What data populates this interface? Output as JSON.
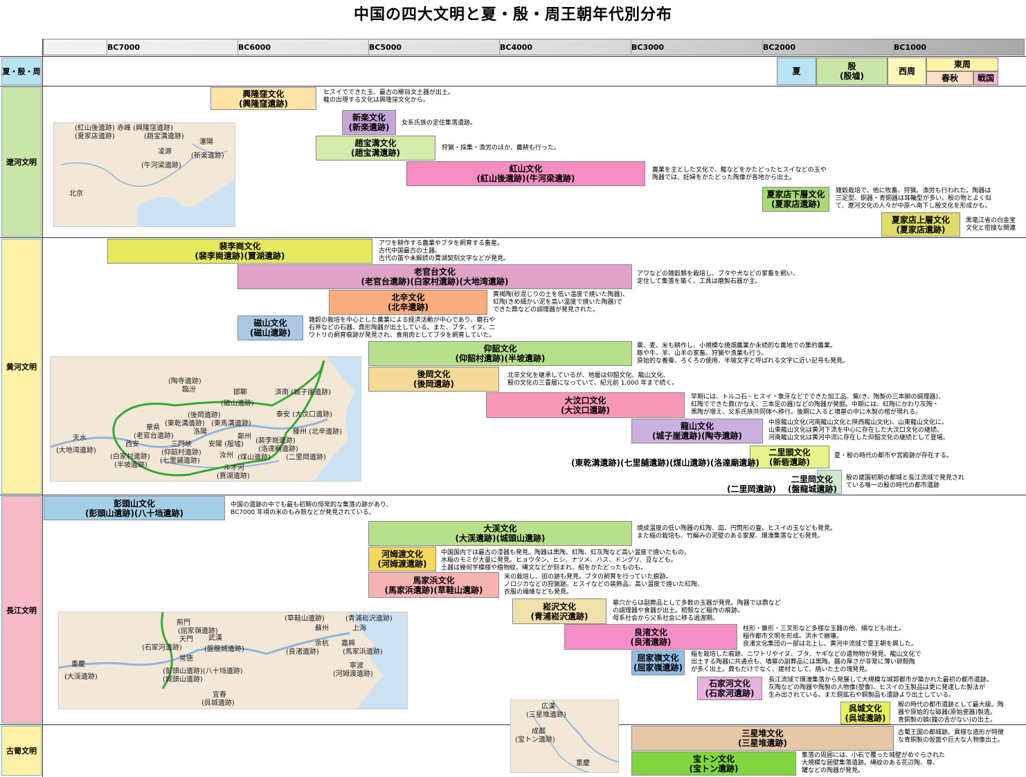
{
  "title": "中国の四大文明と夏・殷・周王朝年代別分布",
  "timeline": [
    "BC7000",
    "BC6000",
    "BC5000",
    "BC4000",
    "BC3000",
    "BC2000",
    "BC1000"
  ],
  "rows": {
    "dynasty": "夏・殷・周",
    "liao": "遼河文明",
    "yellow": "黄河文明",
    "yangtze": "長江文明",
    "shu": "古蜀文明"
  },
  "colors": {
    "row_dynasty": "#b7e3f3",
    "row_liao": "#c9e6a8",
    "row_yellow": "#fdf2a8",
    "row_yangtze": "#f8b9c9",
    "row_shu": "#fdf2a8"
  },
  "dynasties": {
    "xia": "夏",
    "shang1": "殷",
    "shang2": "(殷墟)",
    "xizhou": "西周",
    "dongzhou": "東周",
    "chunqiu": "春秋",
    "zhanguo": "戦国"
  },
  "cultures": {
    "xinglongwa": {
      "name": "興隆窪文化",
      "site": "(興隆窪遺跡)",
      "desc": "ヒスイでできた玉、最古の櫛目文土器が出土。\n龍の出現する文化は興隆窪文化から。"
    },
    "xinle": {
      "name": "新楽文化",
      "site": "(新楽遺跡)",
      "desc": "女系氏族の定住集落遺跡。"
    },
    "zhaobaogou": {
      "name": "趙宝溝文化",
      "site": "(趙宝溝遺跡)",
      "desc": "狩猟・採集・漁労のほか、農耕も行った。"
    },
    "hongshan": {
      "name": "紅山文化",
      "site": "(紅山後遺跡)(牛河梁遺跡)",
      "desc": "農業を主とした文化で、龍などをかたどったヒスイなどの玉や\n陶器では、妊婦をかたどった陶像が各地から出土。"
    },
    "xiajiadian_lower": {
      "name": "夏家店下層文化",
      "site": "(夏家店遺跡)",
      "desc": "雑穀栽培で、他に牧畜、狩猟、漁労も行われた。陶器は\n三足型、銅器・青銅器は耳輪型が多い。殷の物とよく似\nて、遼河文化の人々が中原へ南下し殷文化を形成かも。"
    },
    "xiajiadian_upper": {
      "name": "夏家店上層文化",
      "site": "(夏家店遺跡)",
      "desc": "黒竜江省の白金宝\n文化と密接な関連"
    },
    "peiligang": {
      "name": "裴李崗文化",
      "site": "(裴李崗遺跡)(賈湖遺跡)",
      "desc": "アワを耕作する農業やブタを飼育する畜産。\n古代中国最古の土器。\n古代の笛や未解読の賈湖契刻文字などが発見。"
    },
    "laoguantai": {
      "name": "老官台文化",
      "site": "(老官台遺跡)(白家村遺跡)(大地湾遺跡)",
      "desc": "アワなどの雑穀類を栽培し、ブタや犬などの家畜を飼い、\n定住して集落を築く。工具は磨製石器が主。"
    },
    "beixin": {
      "name": "北辛文化",
      "site": "(北辛遺跡)",
      "desc": "黄褐陶(砂混じりの土を低い温度で焼いた陶器)、\n紅陶(きめ細かい泥を高い温度で焼いた陶器)で\nできた鼎などの調理器が発見された。"
    },
    "cishan": {
      "name": "磁山文化",
      "site": "(磁山遺跡)",
      "desc": "雑穀の栽培を中心とした農業による経済活動が中心であり、磨石や\n石斧などの石器、鼎形陶器が出土している。また、ブタ、イヌ、ニ\nワトリの飼育痕跡が発見され、食用肉としてブタを飼育していた。"
    },
    "yangshao": {
      "name": "仰韶文化",
      "site": "(仰韶村遺跡)(半坡遺跡)",
      "desc": "粟、麦、米も耕作し、小規模な焼畑農業か永続的な農地での集約農業。\n豚や牛、羊、山羊の家畜。狩猟や漁業も行う。\n原始的な養蚕、ろくろの使用、半坡文字と呼ばれる文字に近い記号も発見。"
    },
    "hougang": {
      "name": "後岡文化",
      "site": "(後岡遺跡)",
      "desc": "北辛文化を継承しているが、地層は仰韶文化、龍山文化、\n殷の文化の三畳層になっていて、紀元前 1,000 年まで続く。"
    },
    "dawenkou": {
      "name": "大汶口文化",
      "site": "(大汶口遺跡)",
      "desc": "早期には、トルコ石・ヒスイ・象牙などでできた加工品、鬶(き、陶製の三本脚の調理器)、\n紅陶でできた鼎(かなえ、三本足の器)などの陶器が発掘。中期には、紅陶にかわり灰陶・\n黒陶が増え、父系氏族共同体へ移行。後期に入ると墳墓の中に木製の棺が現れる。"
    },
    "longshan": {
      "name": "龍山文化",
      "site": "(城子崖遺跡)(陶寺遺跡)",
      "desc": "中原龍山文化(河南龍山文化と陝西龍山文化)、山東龍山文化に。\n山東龍山文化は黄河下流を中心に存在した大汶口文化の継続、\n河南龍山文化は黄河中流に存在した仰韶文化の継続として登場。"
    },
    "erlitou": {
      "name": "二里頭文化",
      "site": "(新砦遺跡)",
      "desc": "夏・殷の時代の都市や宮殿跡が存在する。",
      "extra_sites": "(東乾溝遺跡)(七里舗遺跡)(煤山遺跡)(洛達廟遺跡)"
    },
    "erligang": {
      "name": "二里岡文化",
      "site": "(盤龍城遺跡)",
      "desc": "殷の建国初期の都城と長江流域で発見され\nている唯一の殷の時代の都市遺跡",
      "extra_sites": "(二里岡遺跡)"
    },
    "pengtoushan": {
      "name": "彭頭山文化",
      "site": "(彭頭山遺跡)(八十垱遺跡)",
      "desc": "中国の遺跡の中でも最も初期の恒常的な集落の跡があり、\nBC7000 年頃の米のもみ殻などが発見されている。"
    },
    "daxi": {
      "name": "大渓文化",
      "site": "(大渓遺跡)(城頭山遺跡)",
      "desc": "焼成温度の低い陶器の紅陶、皿、円筒形の壷、ヒスイの玉なども発見。\nまた稲の栽培も、竹編みの泥壁のある家屋、環濠集落なども発見。"
    },
    "hemudu": {
      "name": "河姆渡文化",
      "site": "(河姆渡遺跡)",
      "desc": "中国国内では最古の漆器も発見。陶器は黒陶、紅陶、紅灰陶など高い温度で焼いたもの。\n水稲のモミが大量に発見。ヒョウタン、ヒシ、ナツメ、ハス、ドングリ、豆なども。\n土器は幾何学模様や植物紋、縄文などが刻まれ、船をかたどったものも。"
    },
    "majiabang": {
      "name": "馬家浜文化",
      "site": "(馬家浜遺跡)(草鞋山遺跡)",
      "desc": "米の栽培し、田の跡も発見。ブタの飼育を行っていた痕跡。\nノロジカなどの狩猟跡。ヒスイなどの装飾品、高い温度で焼いた紅陶、\n衣服の繊維なども発見。"
    },
    "songze": {
      "name": "崧沢文化",
      "site": "(青浦崧沢遺跡)",
      "desc": "墓穴からは副葬品として多数の玉器が発見。陶器では鼎など\nの調理器や食器が出土。籾殻など稲作の痕跡。\n母系社会から父系社会に移る過渡期。"
    },
    "liangzhu": {
      "name": "良渚文化",
      "site": "(良渚遺跡)",
      "desc": "柱形・錐形・三叉形など多様な玉器の他、絹なども出土。\n稲作都市文明を形成。洪水で崩壊。\n良渚文化集団の一部は北上し、黄河中流域で夏王朝を興した。"
    },
    "qujialing": {
      "name": "屈家嶺文化",
      "site": "(屈家嶺遺跡)",
      "desc": "稲を栽培した痕跡、ニワトリやイヌ、ブタ、ヤギなどの遺物物が発見。龍山文化で\n出土する陶器に共通点も、墳墓の副葬品には黒陶。器の厚さが非常に薄い卵殻陶\nが多く出土。鼎もだけでなく、建材として、焼いた土の塊発見。"
    },
    "shijiahe": {
      "name": "石家河文化",
      "site": "(石家河遺跡)",
      "desc": "長江流域で環濠集落から発展して大規模な城郭都市が築かれた最初の都市遺跡。\n灰陶などの陶器や陶製の人物像(塑像)、ヒスイの玉製品は更に発達した製法が\n生み出されている。また銅鉱石や銅製品も遺跡より出土している。"
    },
    "wucheng": {
      "name": "呉城文化",
      "site": "(呉城遺跡)",
      "desc": "殷の時代の都市遺跡として最大級。陶\n器や原始的な磁器(原始瓷器)製造。\n青銅製の鐃(鐘の舌がない)の出土。"
    },
    "sanxingdui": {
      "name": "三星堆文化",
      "site": "(三星堆遺跡)",
      "desc": "古蜀王国の都城跡。異様な造形が特徴\nな青銅製の仮面や巨大な人物像出土。"
    },
    "baodun": {
      "name": "宝トン文化",
      "site": "(宝トン遺跡)",
      "desc": "集落の周囲には、小石で覆った城壁がめぐらされた\n大規模な囲壁集落遺跡。縄紋のある花辺陶、尊、\n罐などの陶器が発見。"
    }
  },
  "maps": {
    "liao": [
      "(紅山後遺跡) 赤峰 (興隆窪遺跡)",
      "(夏家店遺跡)",
      "(趙宝溝遺跡)",
      "瀋陽",
      "(新楽遺跡)",
      "凌源",
      "(牛河梁遺跡)",
      "北京"
    ],
    "yellow": [
      "(陶寺遺跡)",
      "臨汾",
      "邯鄲",
      "(磁山遺跡)",
      "済南 (城子崖遺跡)",
      "(後岡遺跡)",
      "泰安 (大汶口遺跡)",
      "華県",
      "(東乾溝遺跡)",
      "(東馬溝遺跡)",
      "(老官台遺跡)",
      "天水",
      "洛陽",
      "滕州 (北辛遺跡)",
      "(大地湾遺跡)",
      "西安",
      "三門峡",
      "安陽 (殷墟)",
      "鄭州",
      "(裴李崗遺跡)",
      "(白家村遺跡)",
      "(仰韶村遺跡)",
      "汝州",
      "(洛達廟遺跡)",
      "(半坡遺跡)",
      "(七里鋪遺跡)",
      "(煤山遺跡)",
      "(二里岡遺跡)",
      "ルオ河",
      "(賈湖遺跡)"
    ],
    "yangtze": [
      "荊門",
      "(屈家嶺遺跡)",
      "天門",
      "武漢",
      "(石家河遺跡)",
      "(盤龍城遺跡)",
      "常徳",
      "重慶",
      "(大渓遺跡)",
      "(彭頭山遺跡)(八十垱遺跡)",
      "(城頭山遺跡)",
      "宜春",
      "(呉城遺跡)",
      "(草鞋山遺跡)",
      "蘇州",
      "(青浦崧沢遺跡)",
      "上海",
      "余杭",
      "嘉興",
      "(良渚遺跡)",
      "(馬家浜遺跡)",
      "寧波",
      "(河姆渡遺跡)"
    ],
    "shu": [
      "広漢",
      "(三星堆遺跡)",
      "成都",
      "(宝トン遺跡)",
      "重慶"
    ]
  }
}
